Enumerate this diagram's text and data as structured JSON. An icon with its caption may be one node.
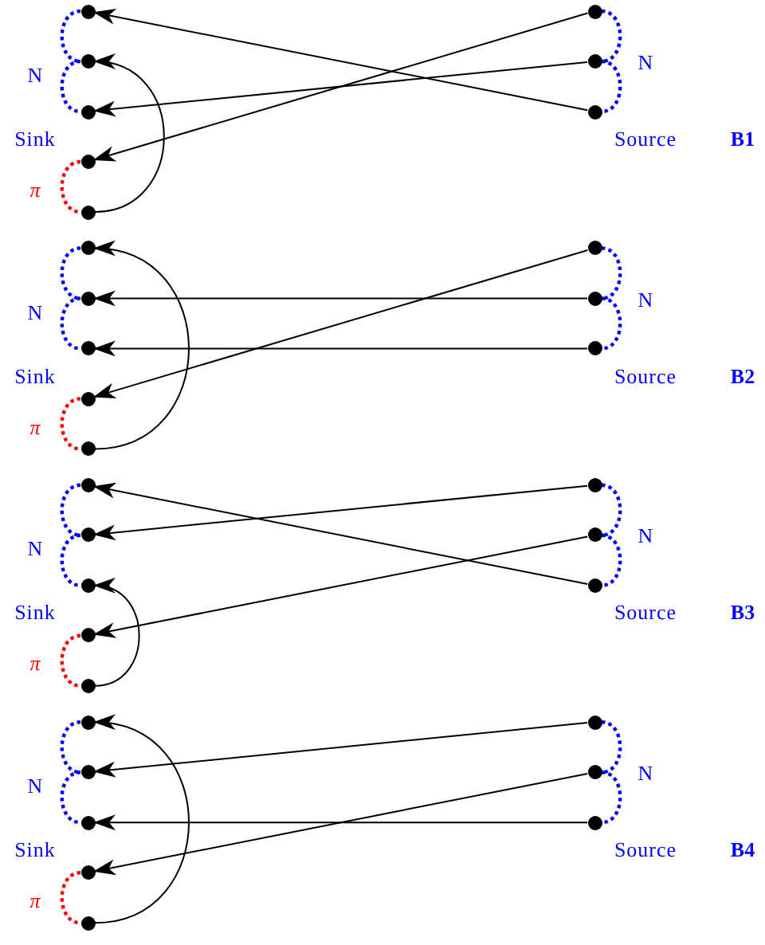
{
  "diagram": {
    "nodes": [
      {
        "text": [],
        "shape": "circle"
      },
      {
        "text": [],
        "shape": "circle"
      },
      {
        "text": [],
        "shape": "circle"
      },
      {
        "text": [],
        "shape": "circle"
      },
      {
        "text": [],
        "shape": "circle"
      },
      {
        "text": [],
        "shape": "circle"
      },
      {
        "text": [],
        "shape": "circle"
      },
      {
        "text": [],
        "shape": "circle"
      },
      {
        "text": [],
        "shape": "circle"
      },
      {
        "text": [],
        "shape": "circle"
      },
      {
        "text": [],
        "shape": "circle"
      },
      {
        "text": [],
        "shape": "circle"
      },
      {
        "text": [],
        "shape": "circle"
      },
      {
        "text": [],
        "shape": "circle"
      },
      {
        "text": [],
        "shape": "circle"
      },
      {
        "text": [],
        "shape": "circle"
      },
      {
        "text": [],
        "shape": "circle"
      },
      {
        "text": [],
        "shape": "circle"
      },
      {
        "text": [],
        "shape": "circle"
      },
      {
        "text": [],
        "shape": "circle"
      },
      {
        "text": [],
        "shape": "circle"
      },
      {
        "text": [],
        "shape": "circle"
      },
      {
        "text": [],
        "shape": "circle"
      },
      {
        "text": [],
        "shape": "circle"
      },
      {
        "text": [],
        "shape": "circle"
      },
      {
        "text": [],
        "shape": "circle"
      },
      {
        "text": [],
        "shape": "circle"
      },
      {
        "text": [],
        "shape": "circle"
      },
      {
        "text": [],
        "shape": "circle"
      },
      {
        "text": [],
        "shape": "circle"
      },
      {
        "text": [],
        "shape": "circle"
      },
      {
        "text": [],
        "shape": "circle"
      }
    ],
    "edges": [
      {
        "from": 5,
        "to": 3,
        "arrow": "to"
      },
      {
        "from": 6,
        "to": 2,
        "arrow": "to"
      },
      {
        "from": 7,
        "to": 0,
        "arrow": "to"
      },
      {
        "from": 4,
        "to": 1,
        "arrow": "to"
      },
      {
        "from": 0,
        "to": 1,
        "arrow": "none",
        "style": "dashed",
        "color": "#0000ff"
      },
      {
        "from": 1,
        "to": 2,
        "arrow": "none",
        "style": "dashed",
        "color": "#0000ff"
      },
      {
        "from": 3,
        "to": 4,
        "arrow": "none",
        "style": "dashed",
        "color": "#ff0000"
      },
      {
        "from": 5,
        "to": 6,
        "arrow": "none",
        "style": "dashed",
        "color": "#0000ff"
      },
      {
        "from": 6,
        "to": 7,
        "arrow": "none",
        "style": "dashed",
        "color": "#0000ff"
      },
      {
        "from": 13,
        "to": 11,
        "arrow": "to"
      },
      {
        "from": 14,
        "to": 9,
        "arrow": "to"
      },
      {
        "from": 15,
        "to": 10,
        "arrow": "to"
      },
      {
        "from": 12,
        "to": 8,
        "arrow": "to"
      },
      {
        "from": 8,
        "to": 9,
        "arrow": "none",
        "style": "dashed",
        "color": "#0000ff"
      },
      {
        "from": 9,
        "to": 10,
        "arrow": "none",
        "style": "dashed",
        "color": "#0000ff"
      },
      {
        "from": 11,
        "to": 12,
        "arrow": "none",
        "style": "dashed",
        "color": "#ff0000"
      },
      {
        "from": 13,
        "to": 14,
        "arrow": "none",
        "style": "dashed",
        "color": "#0000ff"
      },
      {
        "from": 14,
        "to": 15,
        "arrow": "none",
        "style": "dashed",
        "color": "#0000ff"
      },
      {
        "from": 21,
        "to": 17,
        "arrow": "to"
      },
      {
        "from": 22,
        "to": 19,
        "arrow": "to"
      },
      {
        "from": 23,
        "to": 16,
        "arrow": "to"
      },
      {
        "from": 20,
        "to": 18,
        "arrow": "to"
      },
      {
        "from": 16,
        "to": 17,
        "arrow": "none",
        "style": "dashed",
        "color": "#0000ff"
      },
      {
        "from": 17,
        "to": 18,
        "arrow": "none",
        "style": "dashed",
        "color": "#0000ff"
      },
      {
        "from": 19,
        "to": 20,
        "arrow": "none",
        "style": "dashed",
        "color": "#ff0000"
      },
      {
        "from": 21,
        "to": 22,
        "arrow": "none",
        "style": "dashed",
        "color": "#0000ff"
      },
      {
        "from": 22,
        "to": 23,
        "arrow": "none",
        "style": "dashed",
        "color": "#0000ff"
      },
      {
        "from": 29,
        "to": 25,
        "arrow": "to"
      },
      {
        "from": 30,
        "to": 27,
        "arrow": "to"
      },
      {
        "from": 31,
        "to": 26,
        "arrow": "to"
      },
      {
        "from": 28,
        "to": 24,
        "arrow": "to"
      },
      {
        "from": 24,
        "to": 25,
        "arrow": "none",
        "style": "dashed",
        "color": "#0000ff"
      },
      {
        "from": 25,
        "to": 26,
        "arrow": "none",
        "style": "dashed",
        "color": "#0000ff"
      },
      {
        "from": 27,
        "to": 28,
        "arrow": "none",
        "style": "dashed",
        "color": "#ff0000"
      },
      {
        "from": 29,
        "to": 30,
        "arrow": "none",
        "style": "dashed",
        "color": "#0000ff"
      },
      {
        "from": 30,
        "to": 31,
        "arrow": "none",
        "style": "dashed",
        "color": "#0000ff"
      }
    ],
    "labels": [
      "N",
      "N",
      "Sink",
      "Source",
      "B1",
      "π",
      "N",
      "N",
      "Sink",
      "Source",
      "B2",
      "π",
      "N",
      "N",
      "Sink",
      "Source",
      "B3",
      "π",
      "N",
      "N",
      "Sink",
      "Source",
      "B4",
      "π"
    ]
  }
}
